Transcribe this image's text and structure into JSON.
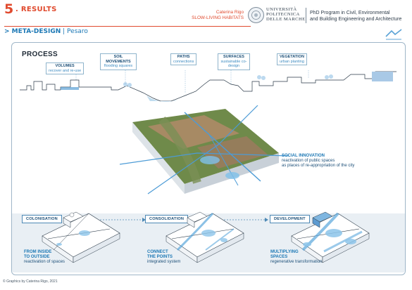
{
  "header": {
    "section_number": "5",
    "section_title": ". RESULTS",
    "subtitle_prefix": "> META-DESIGN",
    "subtitle_rest": " | Pesaro",
    "author": "Caterina Rigo",
    "project": "SLOW-LIVING HABITATS",
    "university_lines": [
      "UNIVERSITÀ",
      "POLITECNICA",
      "DELLE MARCHE"
    ],
    "program_lines": [
      "PhD Program in Civil, Environmental",
      "and Building Engineering and Architecture"
    ]
  },
  "process": {
    "title": "PROCESS",
    "callouts": [
      {
        "title": "VOLUMES",
        "desc": "recover and re-use"
      },
      {
        "title": "SOIL MOVEMENTS",
        "desc": "flooding squares"
      },
      {
        "title": "PATHS",
        "desc": "connections"
      },
      {
        "title": "SURFACES",
        "desc": "sustainable co-design"
      },
      {
        "title": "VEGETATION",
        "desc": "urban planting"
      }
    ]
  },
  "social": {
    "title": "SOCIAL INNOVATION",
    "line1": "reactivation of public spaces",
    "line2": "as places of re-appropriation of the city"
  },
  "phases": [
    {
      "label": "COLONISATION",
      "title1": "FROM INSIDE",
      "title2": "TO OUTSIDE",
      "desc": "reactivation of spaces"
    },
    {
      "label": "CONSOLIDATION",
      "title1": "CONNECT",
      "title2": "THE POINTS",
      "desc": "integrated system"
    },
    {
      "label": "DEVELOPMENT",
      "title1": "MULTIPLYING",
      "title2": "SPACES",
      "desc": "regenerative transformation"
    }
  ],
  "credit": "© Graphics by Caterina Rigo, 2021",
  "colors": {
    "accent_red": "#e04a2e",
    "accent_blue": "#1c78b5"
  },
  "icons": [
    "university-seal-icon",
    "logo-icon",
    "tree-icon",
    "arrow-icon"
  ]
}
